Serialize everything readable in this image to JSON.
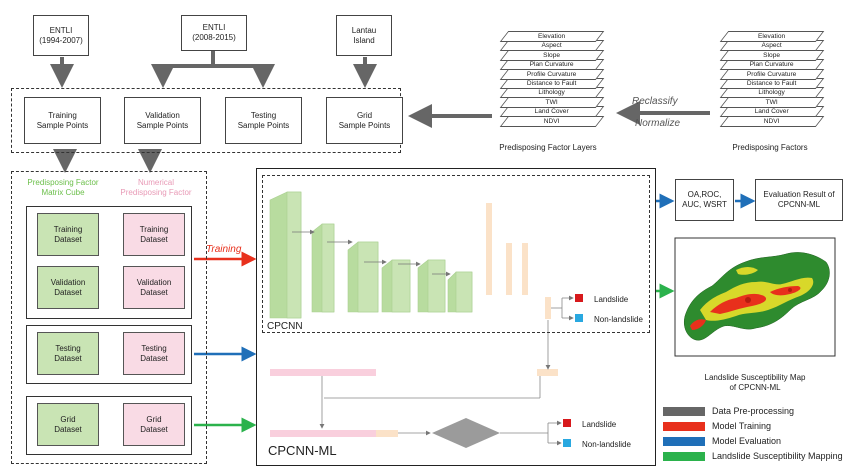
{
  "sources": {
    "entli_1": "ENTLI\n(1994-2007)",
    "entli_2": "ENTLI\n(2008-2015)",
    "lantau": "Lantau\nIsland"
  },
  "samples": {
    "training": "Training\nSample Points",
    "validation": "Validation\nSample Points",
    "testing": "Testing\nSample Points",
    "grid": "Grid\nSample Points"
  },
  "factors": {
    "layers": [
      "Elevation",
      "Aspect",
      "Slope",
      "Plan Curvature",
      "Profile Curvature",
      "Distance to Fault",
      "Lithology",
      "TWI",
      "Land Cover",
      "NDVI"
    ],
    "layer_stack_caption": "Predisposing Factor Layers",
    "factor_stack_caption": "Predisposing Factors",
    "reclassify": "Reclassify",
    "normalize": "Normalize"
  },
  "datasets": {
    "matrix_cube_label": "Predisposing Factor\nMatrix Cube",
    "numerical_label": "Numerical\nPredisposing Factor",
    "training_a": "Training\nDataset",
    "training_b": "Training\nDataset",
    "validation_a": "Validation\nDataset",
    "validation_b": "Validation\nDataset",
    "testing_a": "Testing\nDataset",
    "testing_b": "Testing\nDataset",
    "grid_a": "Grid\nDataset",
    "grid_b": "Grid\nDataset"
  },
  "model": {
    "training_label": "Training",
    "cpcnn": "CPCNN",
    "cpcnn_ml": "CPCNN-ML",
    "landslide_1": "Landslide",
    "non_landslide_1": "Non-landslide",
    "landslide_2": "Landslide",
    "non_landslide_2": "Non-landslide"
  },
  "evaluation": {
    "metrics": "OA,ROC,\nAUC, WSRT",
    "result": "Evaluation Result of\nCPCNN-ML",
    "map_caption": "Landslide Susceptibility Map\nof CPCNN-ML"
  },
  "legend": {
    "items": [
      {
        "label": "Data Pre-processing",
        "color": "#666666"
      },
      {
        "label": "Model Training",
        "color": "#e8301c"
      },
      {
        "label": "Model Evaluation",
        "color": "#1f6fb8"
      },
      {
        "label": "Landslide Susceptibility Mapping",
        "color": "#2bb24c"
      }
    ]
  },
  "colors": {
    "gray_arrow": "#666666",
    "red_arrow": "#e8301c",
    "blue_arrow": "#1f6fb8",
    "green_arrow": "#2bb24c",
    "landslide_marker": "#d7191c",
    "non_landslide_marker": "#29a8e0"
  }
}
